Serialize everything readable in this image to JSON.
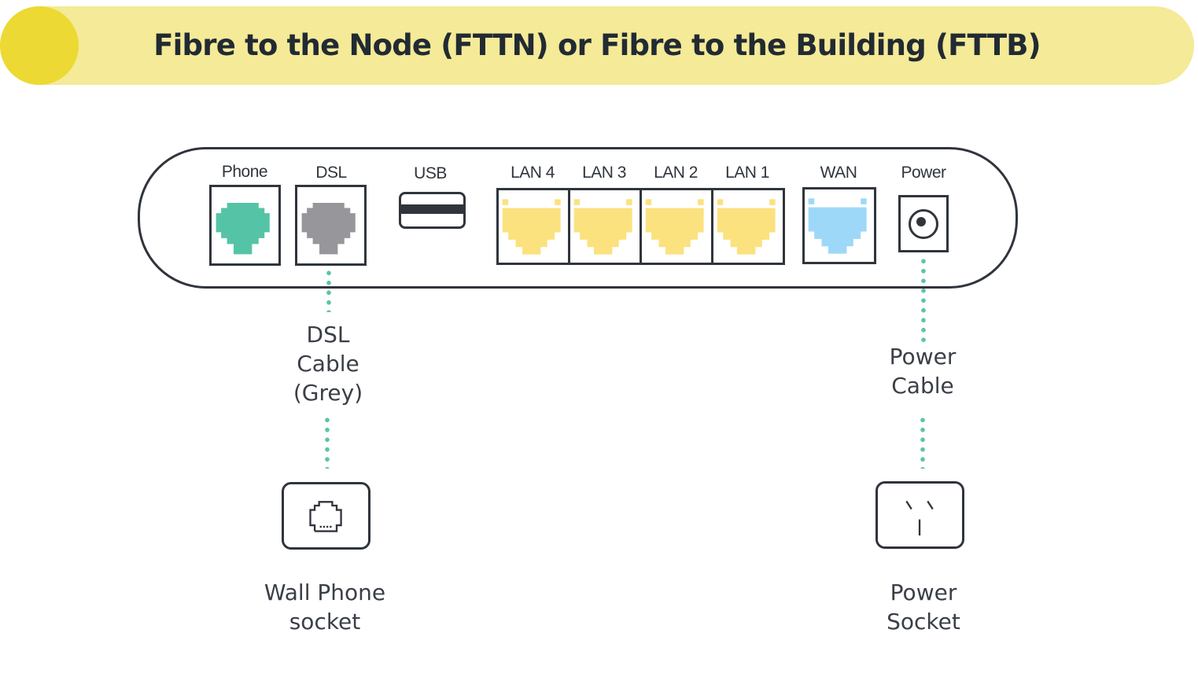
{
  "title": "Fibre to the Node (FTTN) or Fibre to the Building (FTTB)",
  "colors": {
    "banner": "#f4ea97",
    "banner_dot": "#ecd933",
    "phone_port": "#55c4a6",
    "dsl_port": "#97969b",
    "lan_port": "#fbe27f",
    "wan_port": "#9ed8f8",
    "connector_dots": "#5cc4a6",
    "outline": "#30353c"
  },
  "router": {
    "ports": {
      "phone": "Phone",
      "dsl": "DSL",
      "usb": "USB",
      "lan4": "LAN 4",
      "lan3": "LAN 3",
      "lan2": "LAN 2",
      "lan1": "LAN 1",
      "wan": "WAN",
      "power": "Power"
    }
  },
  "connections": {
    "dsl_cable": [
      "DSL",
      "Cable",
      "(Grey)"
    ],
    "power_cable": [
      "Power",
      "Cable"
    ]
  },
  "endpoints": {
    "wall_phone_socket": [
      "Wall Phone",
      "socket"
    ],
    "power_socket": [
      "Power",
      "Socket"
    ]
  }
}
